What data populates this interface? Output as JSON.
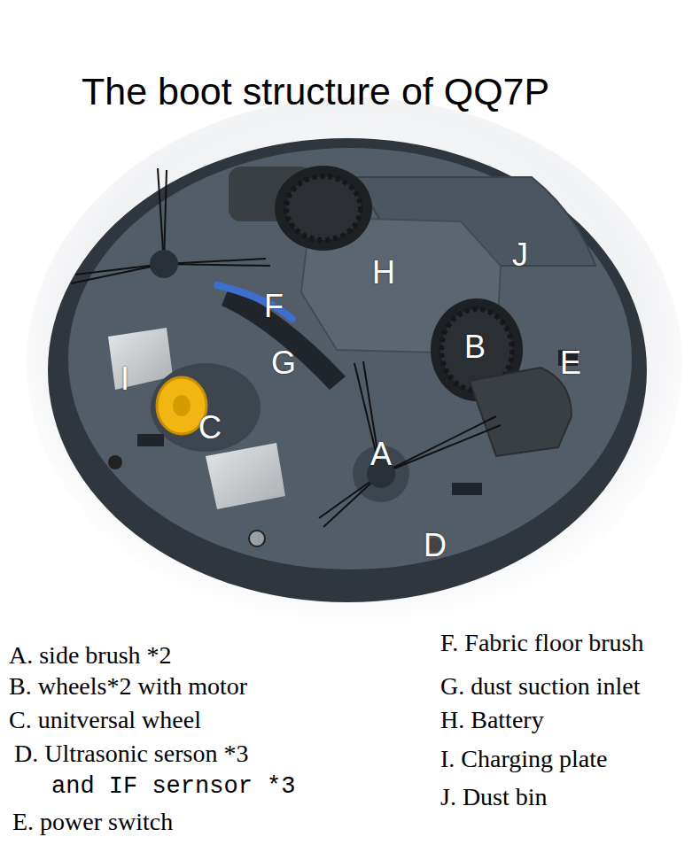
{
  "diagram": {
    "title": "The boot structure of QQ7P",
    "labels": [
      "J",
      "H",
      "F",
      "G",
      "B",
      "E",
      "I",
      "C",
      "A",
      "D",
      "A. side brush *2",
      "B. wheels*2 with motor",
      "C. unitversal wheel",
      "D. Ultrasonic serson *3",
      "and IF sernsor *3",
      "E. power switch",
      "F. Fabric floor brush",
      "G. dust suction inlet",
      "H. Battery",
      "I. Charging plate",
      "J. Dust bin"
    ]
  }
}
